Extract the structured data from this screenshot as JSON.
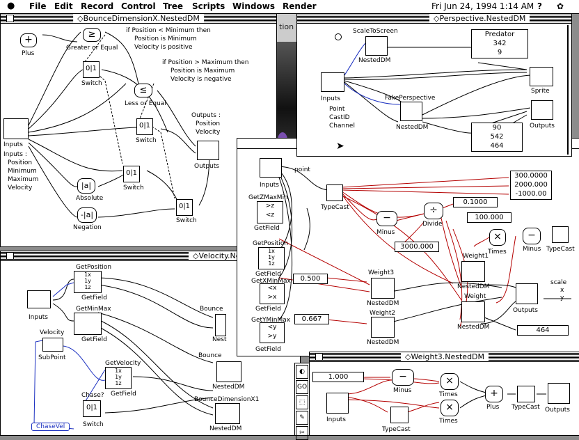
{
  "menubar": {
    "items": [
      "File",
      "Edit",
      "Record",
      "Control",
      "Tree",
      "Scripts",
      "Windows",
      "Render"
    ],
    "clock": "Fri Jun 24, 1994  1:14 AM"
  },
  "colors": {
    "wire_red": "#b40000",
    "wire_blue": "#1a2fc0",
    "active_green": "#00a000"
  },
  "bounce": {
    "title": "BounceDimensionX.NestedDM",
    "comment1": [
      "if Position < Minimum then",
      "Position is Minimum",
      "Velocity is positive"
    ],
    "comment2": [
      "if Position > Maximum then",
      "Position is Maximum",
      "Velocity is negative"
    ],
    "outputs_note": [
      "Outputs :",
      "Position",
      "Velocity"
    ],
    "inputs_note": [
      "Inputs :",
      "Position",
      "Minimum",
      "Maximum",
      "Velocity"
    ],
    "nodes": {
      "plus": "Plus",
      "gte": "Greater or Equal",
      "switch1": "Switch",
      "lte": "Less or Equal",
      "switch2": "Switch",
      "inputs": "Inputs",
      "outputs": "Outputs",
      "absolute": "Absolute",
      "switch3": "Switch",
      "negation": "Negation",
      "switch4": "Switch"
    }
  },
  "perspective": {
    "title": "Perspective.NestedDM",
    "nodes": {
      "scale": "ScaleToScreen",
      "nested1": "NestedDM",
      "inputs": "Inputs",
      "fake": "FakePerspective",
      "nested2": "NestedDM",
      "sprite": "Sprite",
      "outputs": "Outputs"
    },
    "inputs_note": [
      "Point",
      "CastID",
      "Channel"
    ],
    "predator": [
      "Predator",
      "342",
      "9"
    ],
    "values": [
      "90",
      "542",
      "464"
    ]
  },
  "bg_window": {
    "title_fragment": "tion"
  },
  "main": {
    "point_label": "point",
    "nodes": {
      "inputs": "Inputs",
      "typecast": "TypeCast",
      "getzmaxmin": "GetZMaxMin",
      "getfield1": "GetField",
      "minus": "Minus",
      "divide": "Divide",
      "getposition": "GetPosition",
      "getfield2": "GetField",
      "weight3": "Weight3",
      "nested1": "NestedDM",
      "getxminmax": "GetXMinMax",
      "getfield3": "GetField",
      "weight2": "Weight2",
      "nested2": "NestedDM",
      "getyminmax": "GetYMinMax",
      "getfield4": "GetField",
      "times": "Times",
      "minus2": "Minus",
      "typecast2": "TypeCast",
      "weight1": "Weight1",
      "nested3": "NestedDM",
      "weight": "Weight",
      "nested4": "NestedDM",
      "outputs": "Outputs"
    },
    "vals": {
      "v300": "300.0000",
      "v2000": "2000.000",
      "vneg": "-1000.00",
      "v01": "0.1000",
      "v100": "100.000",
      "v3000": "3000.000",
      "v05": "0.500",
      "v0667": "0.667",
      "v464": "464"
    },
    "scale_note": [
      "scale",
      "x",
      "y"
    ],
    "stack_xyz": [
      "1x",
      "1y",
      "1z"
    ],
    "stack_z": [
      ">z",
      "<z"
    ],
    "stack_x": [
      "<x",
      ">x"
    ],
    "stack_y": [
      "<y",
      ">y"
    ]
  },
  "velocity": {
    "title": "Velocity.Nested",
    "nodes": {
      "inputs": "Inputs",
      "getposition": "GetPosition",
      "getfield1": "GetField",
      "getminmax": "GetMinMax",
      "getfield2": "GetField",
      "velocity": "Velocity",
      "subpoint": "SubPoint",
      "getvelocity": "GetVelocity",
      "getfield3": "GetField",
      "chase": "Chase?",
      "switch": "Switch",
      "bounce1": "Bounce",
      "nested1": "Nest",
      "bounce2": "Bounce",
      "nested2": "NestedDM",
      "bounceX1": "BounceDimensionX1",
      "nested3": "NestedDM"
    },
    "chasevel": "ChaseVel"
  },
  "weight3win": {
    "title": "Weight3.NestedDM",
    "val": "1.000",
    "nodes": {
      "minus": "Minus",
      "times1": "Times",
      "times2": "Times",
      "plus": "Plus",
      "typecast1": "TypeCast",
      "inputs": "Inputs",
      "typecast2": "TypeCast",
      "outputs": "Outputs"
    }
  },
  "palette": {
    "items": [
      "bulb-icon",
      "go-icon",
      "marquee-icon",
      "trash-icon",
      "scissors-icon"
    ],
    "go_label": "GO"
  }
}
